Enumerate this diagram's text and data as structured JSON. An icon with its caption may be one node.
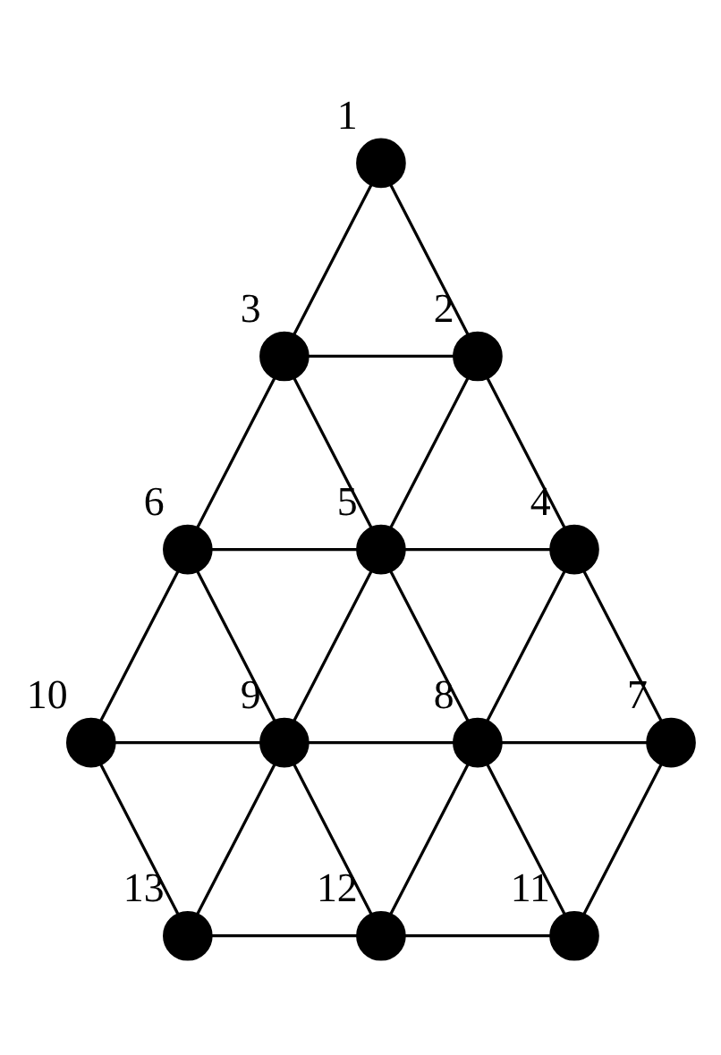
{
  "diagram": {
    "nodes": [
      {
        "text": [],
        "shape": "circle",
        "beside": [
          "1"
        ]
      },
      {
        "text": [],
        "shape": "circle",
        "beside": [
          "2"
        ]
      },
      {
        "text": [],
        "shape": "circle",
        "beside": [
          "3"
        ]
      },
      {
        "text": [],
        "shape": "circle",
        "beside": [
          "4"
        ]
      },
      {
        "text": [],
        "shape": "circle",
        "beside": [
          "5"
        ]
      },
      {
        "text": [],
        "shape": "circle",
        "beside": [
          "6"
        ]
      },
      {
        "text": [],
        "shape": "circle",
        "beside": [
          "7"
        ]
      },
      {
        "text": [],
        "shape": "circle",
        "beside": [
          "8"
        ]
      },
      {
        "text": [],
        "shape": "circle",
        "beside": [
          "9"
        ]
      },
      {
        "text": [],
        "shape": "circle",
        "beside": [
          "10"
        ]
      },
      {
        "text": [],
        "shape": "circle",
        "beside": [
          "11"
        ]
      },
      {
        "text": [],
        "shape": "circle",
        "beside": [
          "12"
        ]
      },
      {
        "text": [],
        "shape": "circle",
        "beside": [
          "13"
        ]
      }
    ],
    "edges": [
      {
        "from": 0,
        "to": 1,
        "arrow": "none"
      },
      {
        "from": 0,
        "to": 2,
        "arrow": "none"
      },
      {
        "from": 2,
        "to": 1,
        "arrow": "none"
      },
      {
        "from": 2,
        "to": 5,
        "arrow": "none"
      },
      {
        "from": 2,
        "to": 4,
        "arrow": "none"
      },
      {
        "from": 1,
        "to": 4,
        "arrow": "none"
      },
      {
        "from": 1,
        "to": 3,
        "arrow": "none"
      },
      {
        "from": 5,
        "to": 4,
        "arrow": "none"
      },
      {
        "from": 4,
        "to": 3,
        "arrow": "none"
      },
      {
        "from": 5,
        "to": 9,
        "arrow": "none"
      },
      {
        "from": 5,
        "to": 8,
        "arrow": "none"
      },
      {
        "from": 4,
        "to": 8,
        "arrow": "none"
      },
      {
        "from": 4,
        "to": 7,
        "arrow": "none"
      },
      {
        "from": 3,
        "to": 7,
        "arrow": "none"
      },
      {
        "from": 3,
        "to": 6,
        "arrow": "none"
      },
      {
        "from": 9,
        "to": 8,
        "arrow": "none"
      },
      {
        "from": 8,
        "to": 7,
        "arrow": "none"
      },
      {
        "from": 7,
        "to": 6,
        "arrow": "none"
      },
      {
        "from": 9,
        "to": 12,
        "arrow": "none"
      },
      {
        "from": 8,
        "to": 12,
        "arrow": "none"
      },
      {
        "from": 8,
        "to": 11,
        "arrow": "none"
      },
      {
        "from": 7,
        "to": 11,
        "arrow": "none"
      },
      {
        "from": 7,
        "to": 10,
        "arrow": "none"
      },
      {
        "from": 6,
        "to": 10,
        "arrow": "none"
      },
      {
        "from": 12,
        "to": 11,
        "arrow": "none"
      },
      {
        "from": 11,
        "to": 10,
        "arrow": "none"
      }
    ]
  }
}
